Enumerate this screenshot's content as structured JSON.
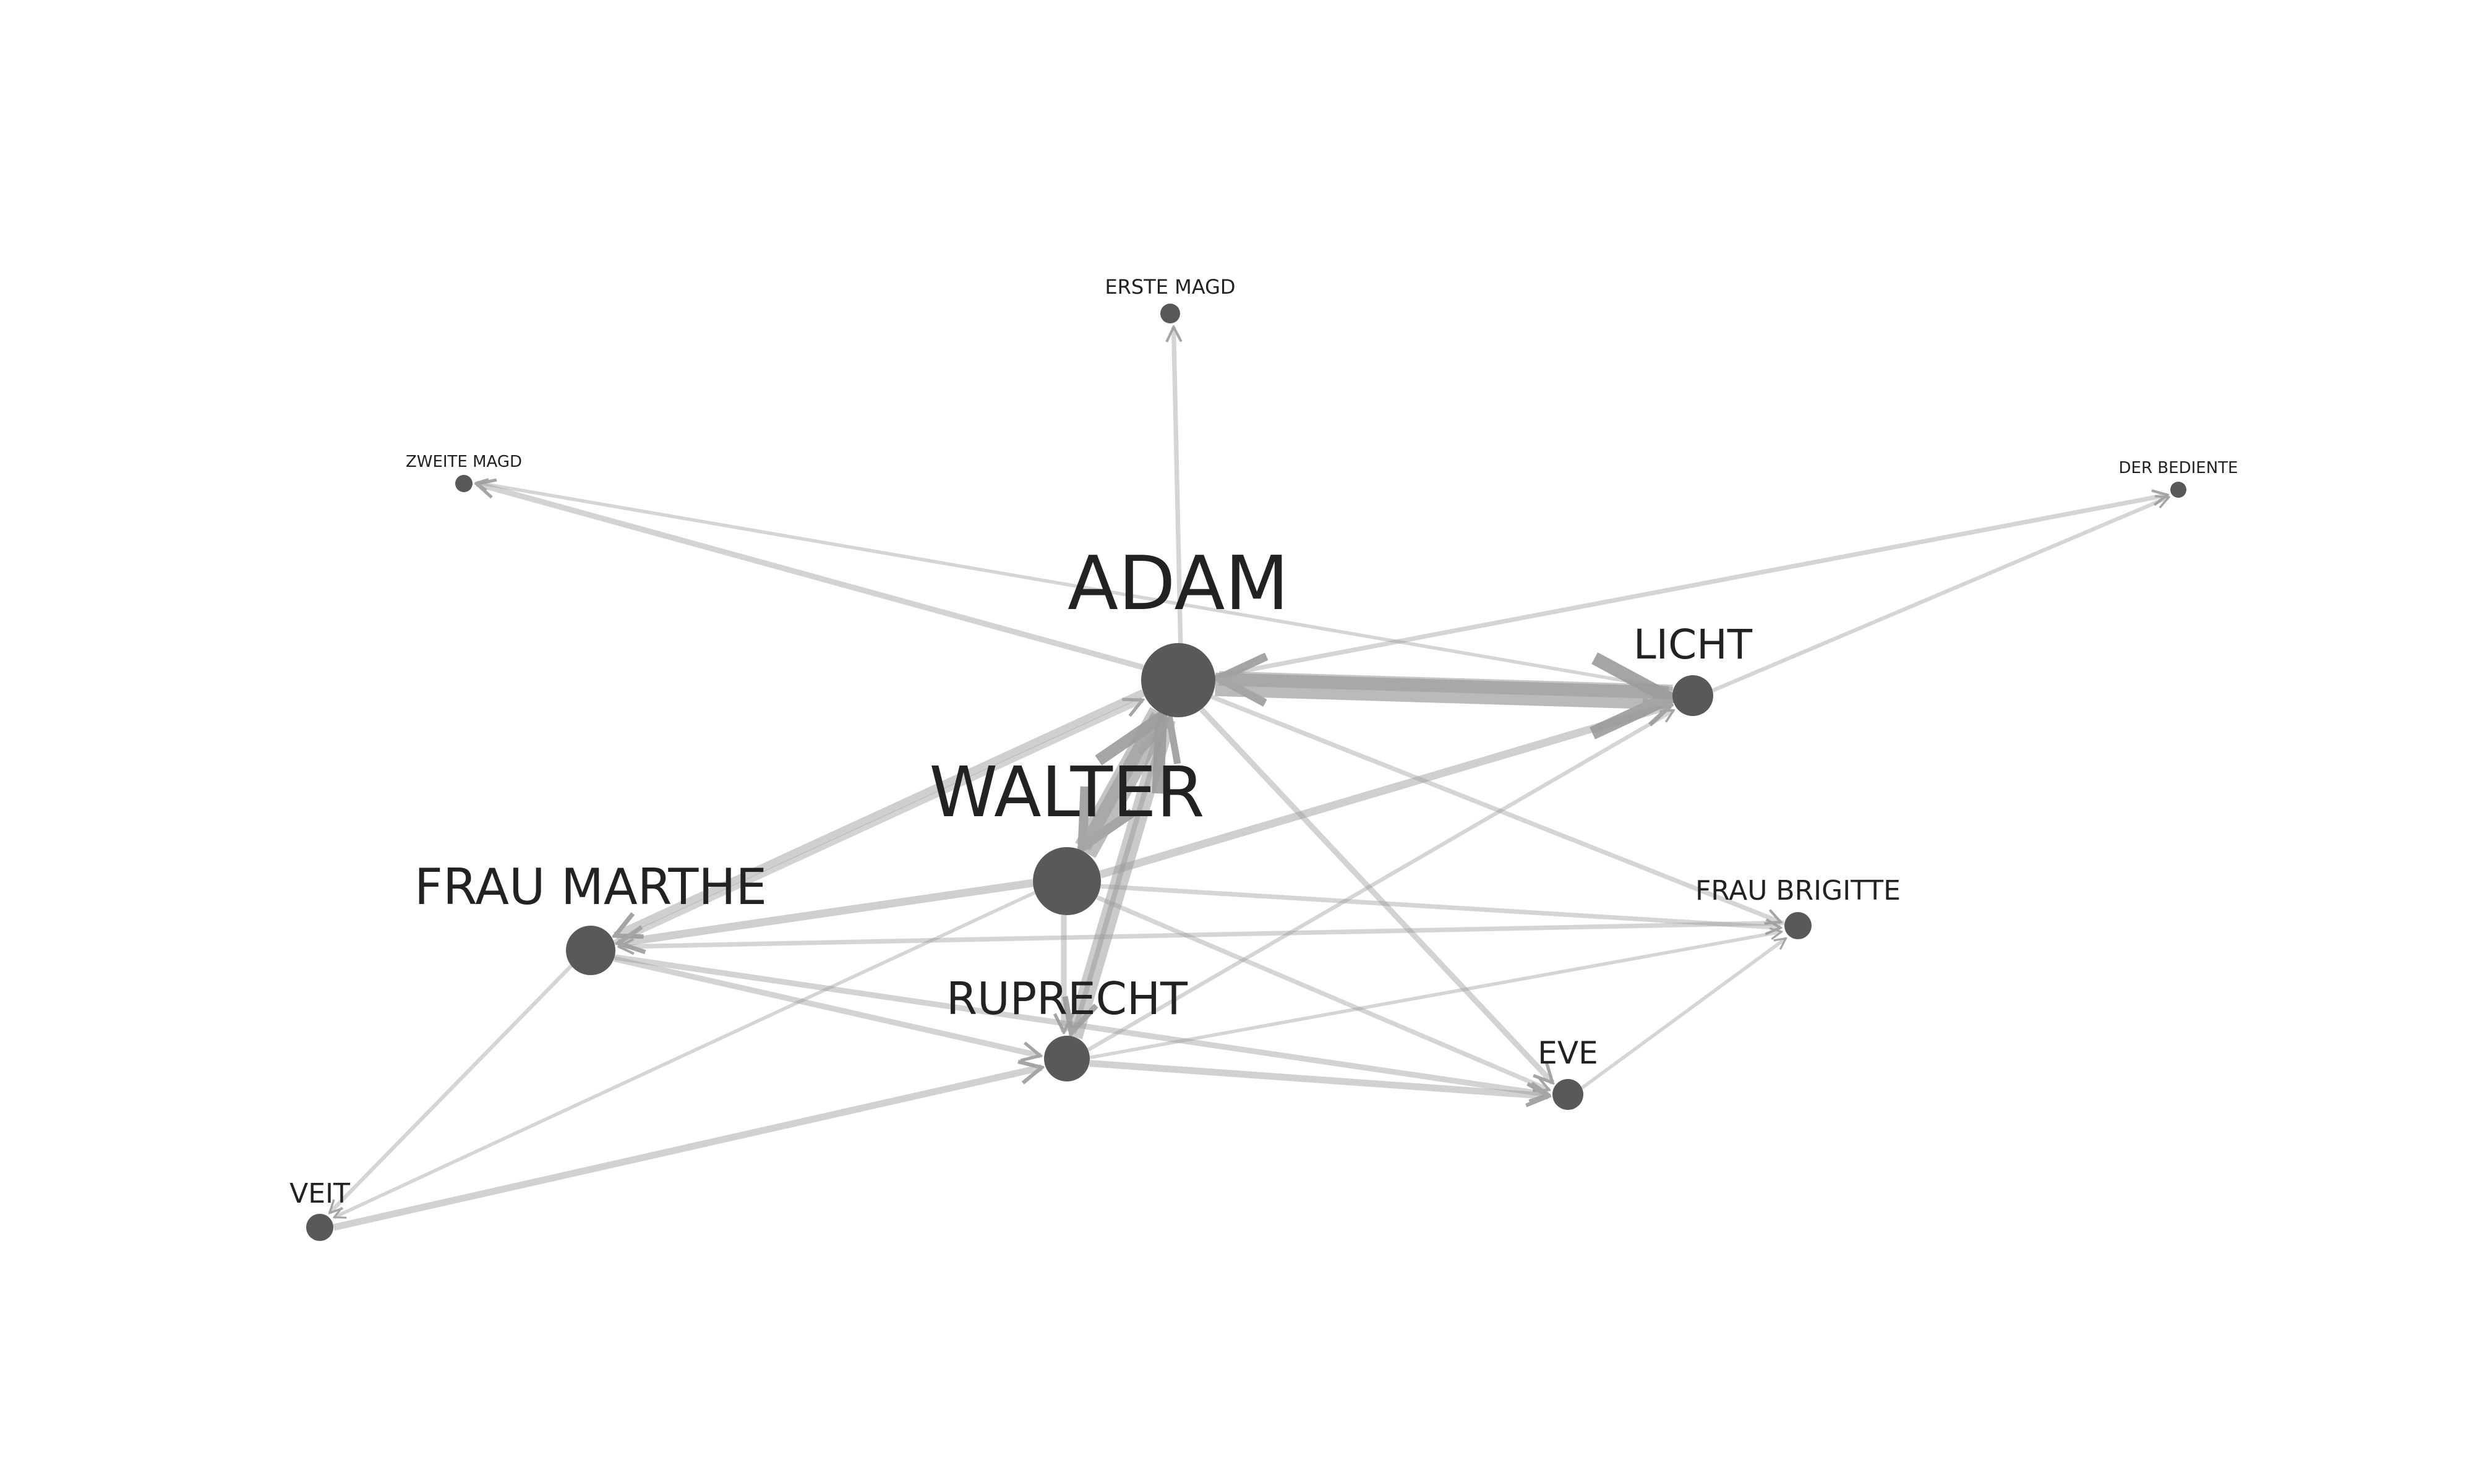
{
  "nodes": [
    {
      "id": "adam",
      "label": "ADAM",
      "weight": 10
    },
    {
      "id": "walter",
      "label": "WALTER",
      "weight": 8.5
    },
    {
      "id": "frau_marthe",
      "label": "FRAU MARTHE",
      "weight": 6
    },
    {
      "id": "ruprecht",
      "label": "RUPRECHT",
      "weight": 5
    },
    {
      "id": "licht",
      "label": "LICHT",
      "weight": 5
    },
    {
      "id": "eve",
      "label": "EVE",
      "weight": 3
    },
    {
      "id": "frau_brigitte",
      "label": "FRAU BRIGITTE",
      "weight": 3
    },
    {
      "id": "veit",
      "label": "VEIT",
      "weight": 3
    },
    {
      "id": "erste_magd",
      "label": "ERSTE MAGD",
      "weight": 1.5
    },
    {
      "id": "zweite_magd",
      "label": "ZWEITE MAGD",
      "weight": 1
    },
    {
      "id": "der_bediente",
      "label": "DER BEDIENTE",
      "weight": 1
    }
  ],
  "edges": [
    {
      "source": "adam",
      "target": "licht",
      "weight": 10
    },
    {
      "source": "licht",
      "target": "adam",
      "weight": 6
    },
    {
      "source": "walter",
      "target": "adam",
      "weight": 9
    },
    {
      "source": "adam",
      "target": "walter",
      "weight": 7
    },
    {
      "source": "ruprecht",
      "target": "adam",
      "weight": 5
    },
    {
      "source": "adam",
      "target": "ruprecht",
      "weight": 4
    },
    {
      "source": "adam",
      "target": "frau_marthe",
      "weight": 3
    },
    {
      "source": "frau_marthe",
      "target": "adam",
      "weight": 2
    },
    {
      "source": "walter",
      "target": "licht",
      "weight": 3
    },
    {
      "source": "adam",
      "target": "erste_magd",
      "weight": 1.5
    },
    {
      "source": "adam",
      "target": "zweite_magd",
      "weight": 2
    },
    {
      "source": "licht",
      "target": "zweite_magd",
      "weight": 1
    },
    {
      "source": "adam",
      "target": "der_bediente",
      "weight": 1.5
    },
    {
      "source": "licht",
      "target": "der_bediente",
      "weight": 1.2
    },
    {
      "source": "adam",
      "target": "eve",
      "weight": 2
    },
    {
      "source": "adam",
      "target": "frau_brigitte",
      "weight": 1.5
    },
    {
      "source": "walter",
      "target": "frau_marthe",
      "weight": 3
    },
    {
      "source": "walter",
      "target": "ruprecht",
      "weight": 2
    },
    {
      "source": "walter",
      "target": "eve",
      "weight": 1.5
    },
    {
      "source": "walter",
      "target": "frau_brigitte",
      "weight": 1.5
    },
    {
      "source": "walter",
      "target": "veit",
      "weight": 1
    },
    {
      "source": "frau_marthe",
      "target": "ruprecht",
      "weight": 2
    },
    {
      "source": "frau_marthe",
      "target": "eve",
      "weight": 2
    },
    {
      "source": "frau_brigitte",
      "target": "frau_marthe",
      "weight": 1.5
    },
    {
      "source": "frau_marthe",
      "target": "veit",
      "weight": 1.2
    },
    {
      "source": "ruprecht",
      "target": "eve",
      "weight": 2.5
    },
    {
      "source": "ruprecht",
      "target": "licht",
      "weight": 1.2
    },
    {
      "source": "ruprecht",
      "target": "frau_brigitte",
      "weight": 1
    },
    {
      "source": "veit",
      "target": "ruprecht",
      "weight": 2.5
    },
    {
      "source": "eve",
      "target": "frau_brigitte",
      "weight": 1
    }
  ],
  "colors": {
    "node": "#595959",
    "edge": "#9a9a9a",
    "label": "#222222",
    "background": "#ffffff"
  }
}
